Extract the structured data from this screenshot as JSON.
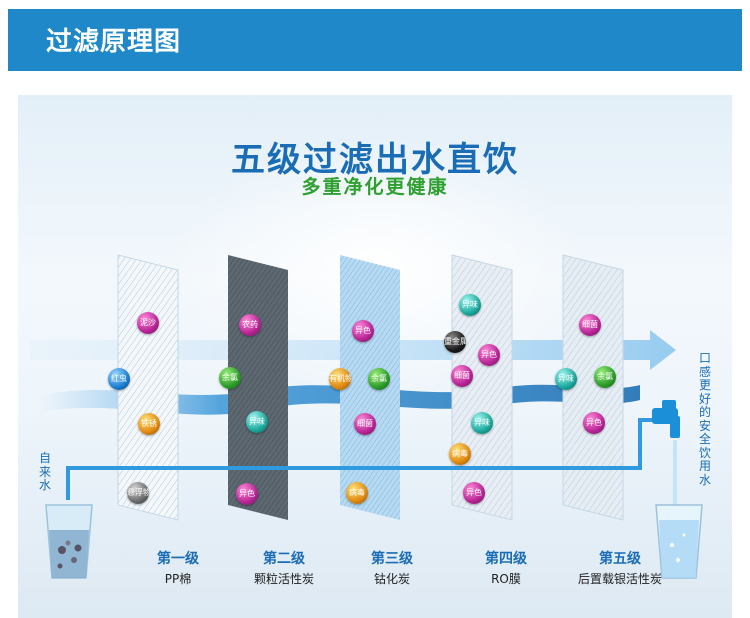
{
  "header": {
    "title": "过滤原理图"
  },
  "diagram": {
    "title": "五级过滤出水直饮",
    "subtitle": "多重净化更健康",
    "inlet_label": "自来水",
    "outlet_label": "口感更好的安全饮用水",
    "stages": [
      {
        "name": "第一级",
        "desc": "PP棉"
      },
      {
        "name": "第二级",
        "desc": "颗粒活性炭"
      },
      {
        "name": "第三级",
        "desc": "钴化炭"
      },
      {
        "name": "第四级",
        "desc": "RO膜"
      },
      {
        "name": "第五级",
        "desc": "后置载银活性炭"
      }
    ],
    "impurities": [
      {
        "label": "泥沙",
        "color": "purple"
      },
      {
        "label": "红虫",
        "color": "blue"
      },
      {
        "label": "铁锈",
        "color": "orange"
      },
      {
        "label": "悬浮物",
        "color": "gray"
      },
      {
        "label": "农药",
        "color": "purple"
      },
      {
        "label": "余氯",
        "color": "green"
      },
      {
        "label": "异味",
        "color": "teal"
      },
      {
        "label": "异色",
        "color": "purple"
      },
      {
        "label": "异色",
        "color": "purple"
      },
      {
        "label": "有机物",
        "color": "orange"
      },
      {
        "label": "余氯",
        "color": "green"
      },
      {
        "label": "细菌",
        "color": "purple"
      },
      {
        "label": "病毒",
        "color": "orange"
      },
      {
        "label": "异味",
        "color": "teal"
      },
      {
        "label": "重金属",
        "color": "black"
      },
      {
        "label": "异色",
        "color": "purple"
      },
      {
        "label": "细菌",
        "color": "purple"
      },
      {
        "label": "异味",
        "color": "teal"
      },
      {
        "label": "病毒",
        "color": "orange"
      },
      {
        "label": "异色",
        "color": "purple"
      },
      {
        "label": "细菌",
        "color": "purple"
      },
      {
        "label": "异味",
        "color": "teal"
      },
      {
        "label": "余氯",
        "color": "green"
      },
      {
        "label": "异色",
        "color": "purple"
      }
    ]
  },
  "colors": {
    "header_bg": "#1e88c8",
    "title_blue": "#1a6db5",
    "subtitle_green": "#2ea030",
    "flow_line": "#2f9ae0"
  }
}
